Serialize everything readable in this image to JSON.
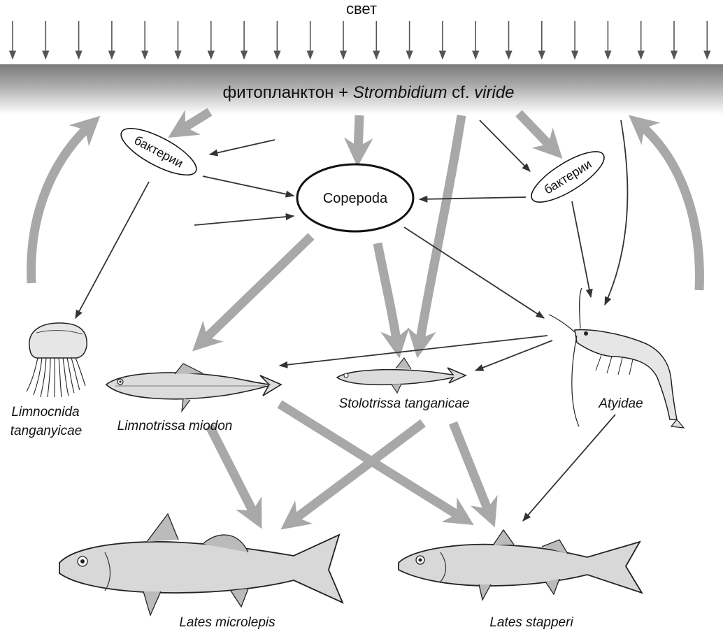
{
  "light_label": "свет",
  "surface": {
    "phyto": "фитопланктон + ",
    "genus": "Strombidium",
    "cf": " cf. ",
    "species": "viride"
  },
  "nodes": {
    "bacteria_left": "бактерии",
    "bacteria_right": "бактерии",
    "copepoda": "Copepoda",
    "limnocnida_1": "Limnocnida",
    "limnocnida_2": "tanganyicae",
    "limnotrissa": "Limnotrissa miodon",
    "stolotrissa": "Stolotrissa tanganicae",
    "atyidae": "Atyidae",
    "lates_microlepis": "Lates microlepis",
    "lates_stapperi": "Lates stapperi"
  },
  "colors": {
    "thick_arrow": "#a8a8a8",
    "thin_arrow": "#333333",
    "surface_dark": "#7f7f7f",
    "surface_light": "#ffffff"
  }
}
